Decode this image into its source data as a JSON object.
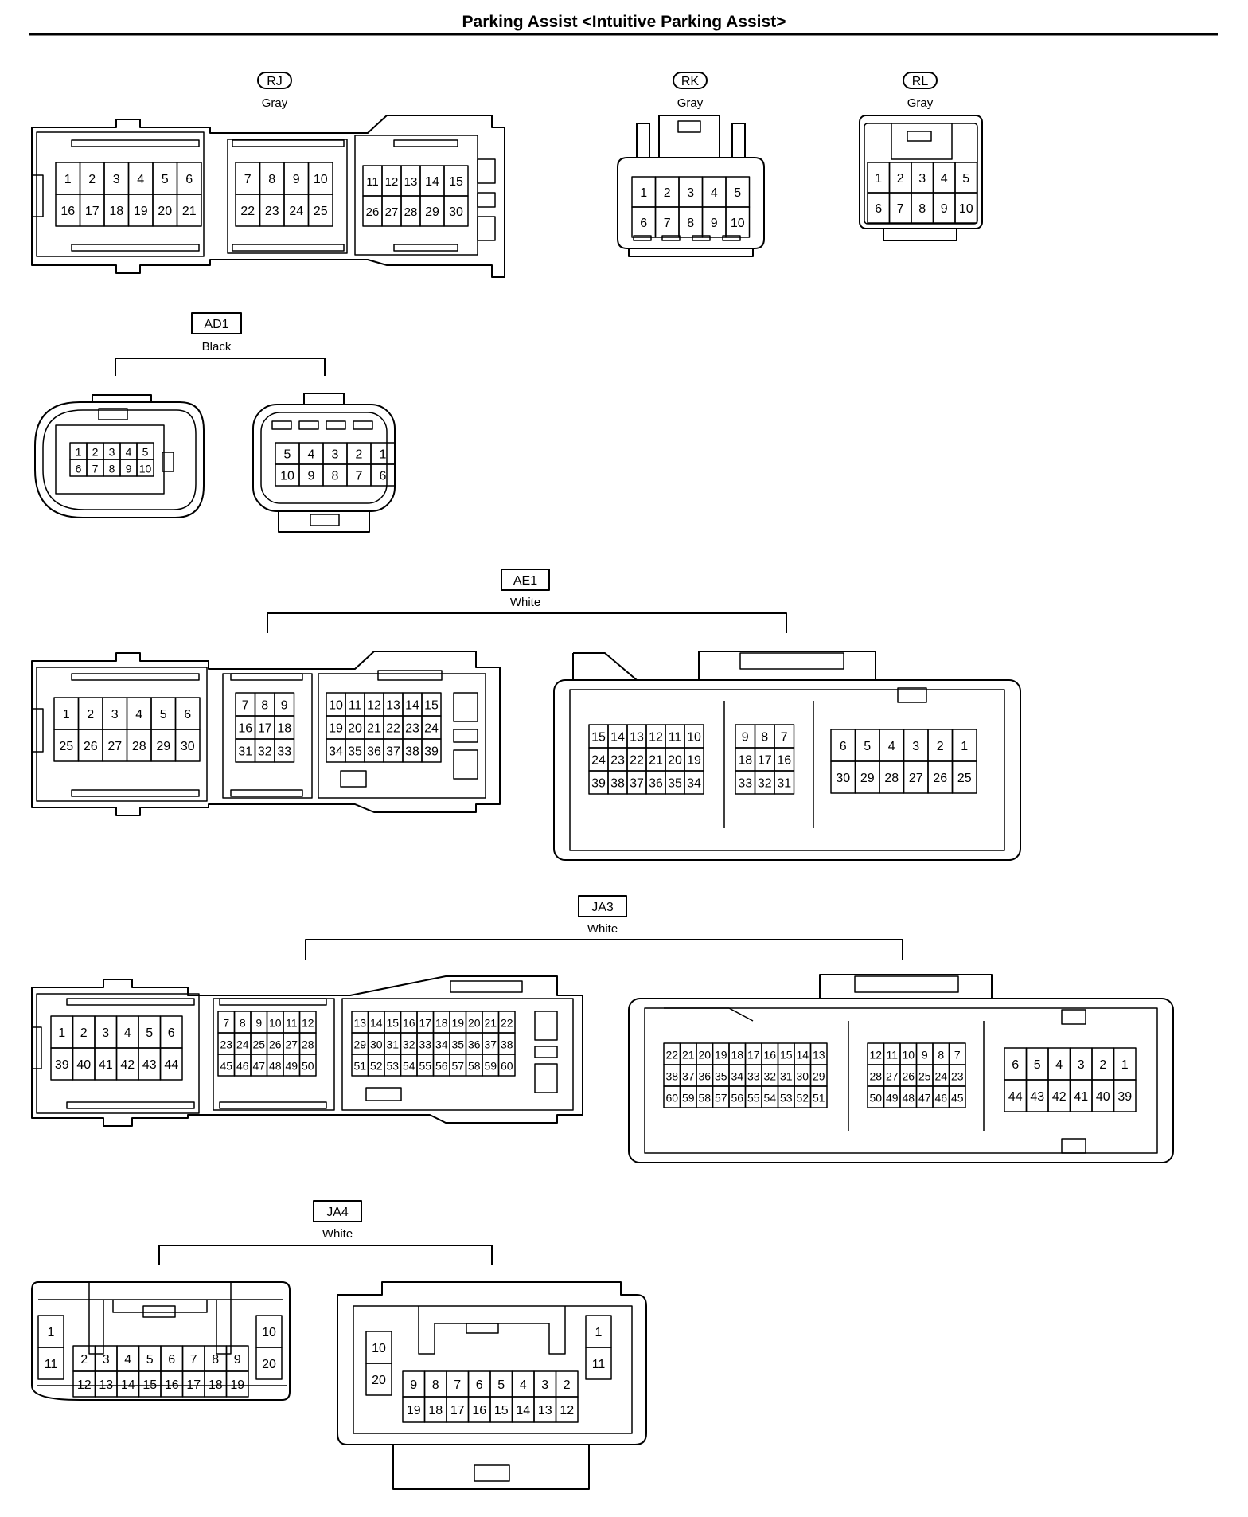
{
  "title": "Parking Assist <Intuitive Parking Assist>",
  "connectors": {
    "RJ": {
      "name": "RJ",
      "color": "Gray"
    },
    "RK": {
      "name": "RK",
      "color": "Gray"
    },
    "RL": {
      "name": "RL",
      "color": "Gray"
    },
    "AD1": {
      "name": "AD1",
      "color": "Black"
    },
    "AE1": {
      "name": "AE1",
      "color": "White"
    },
    "JA3": {
      "name": "JA3",
      "color": "White"
    },
    "JA4": {
      "name": "JA4",
      "color": "White"
    }
  },
  "pin_grids": {
    "rj_a": [
      [
        "1",
        "2",
        "3",
        "4",
        "5",
        "6"
      ],
      [
        "16",
        "17",
        "18",
        "19",
        "20",
        "21"
      ]
    ],
    "rj_b": [
      [
        "7",
        "8",
        "9",
        "10"
      ],
      [
        "22",
        "23",
        "24",
        "25"
      ]
    ],
    "rj_c1": [
      [
        "11",
        "12",
        "13"
      ],
      [
        "26",
        "27",
        "28"
      ]
    ],
    "rj_c2": [
      [
        "14",
        "15"
      ],
      [
        "29",
        "30"
      ]
    ],
    "rk": [
      [
        "1",
        "2",
        "3",
        "4",
        "5"
      ],
      [
        "6",
        "7",
        "8",
        "9",
        "10"
      ]
    ],
    "rl": [
      [
        "1",
        "2",
        "3",
        "4",
        "5"
      ],
      [
        "6",
        "7",
        "8",
        "9",
        "10"
      ]
    ],
    "ad1_l": [
      [
        "1",
        "2",
        "3",
        "4",
        "5"
      ],
      [
        "6",
        "7",
        "8",
        "9",
        "10"
      ]
    ],
    "ad1_r": [
      [
        "5",
        "4",
        "3",
        "2",
        "1"
      ],
      [
        "10",
        "9",
        "8",
        "7",
        "6"
      ]
    ],
    "ae1_la": [
      [
        "1",
        "2",
        "3",
        "4",
        "5",
        "6"
      ],
      [
        "25",
        "26",
        "27",
        "28",
        "29",
        "30"
      ]
    ],
    "ae1_lb": [
      [
        "7",
        "8",
        "9"
      ],
      [
        "16",
        "17",
        "18"
      ],
      [
        "31",
        "32",
        "33"
      ]
    ],
    "ae1_lc": [
      [
        "10",
        "11",
        "12",
        "13",
        "14",
        "15"
      ],
      [
        "19",
        "20",
        "21",
        "22",
        "23",
        "24"
      ],
      [
        "34",
        "35",
        "36",
        "37",
        "38",
        "39"
      ]
    ],
    "ae1_ra": [
      [
        "15",
        "14",
        "13",
        "12",
        "11",
        "10"
      ],
      [
        "24",
        "23",
        "22",
        "21",
        "20",
        "19"
      ],
      [
        "39",
        "38",
        "37",
        "36",
        "35",
        "34"
      ]
    ],
    "ae1_rb": [
      [
        "9",
        "8",
        "7"
      ],
      [
        "18",
        "17",
        "16"
      ],
      [
        "33",
        "32",
        "31"
      ]
    ],
    "ae1_rc": [
      [
        "6",
        "5",
        "4",
        "3",
        "2",
        "1"
      ],
      [
        "30",
        "29",
        "28",
        "27",
        "26",
        "25"
      ]
    ],
    "ja3_la": [
      [
        "1",
        "2",
        "3",
        "4",
        "5",
        "6"
      ],
      [
        "39",
        "40",
        "41",
        "42",
        "43",
        "44"
      ]
    ],
    "ja3_lb": [
      [
        "7",
        "8",
        "9",
        "10",
        "11",
        "12"
      ],
      [
        "23",
        "24",
        "25",
        "26",
        "27",
        "28"
      ],
      [
        "45",
        "46",
        "47",
        "48",
        "49",
        "50"
      ]
    ],
    "ja3_lc": [
      [
        "13",
        "14",
        "15",
        "16",
        "17",
        "18",
        "19",
        "20",
        "21",
        "22"
      ],
      [
        "29",
        "30",
        "31",
        "32",
        "33",
        "34",
        "35",
        "36",
        "37",
        "38"
      ],
      [
        "51",
        "52",
        "53",
        "54",
        "55",
        "56",
        "57",
        "58",
        "59",
        "60"
      ]
    ],
    "ja3_ra": [
      [
        "22",
        "21",
        "20",
        "19",
        "18",
        "17",
        "16",
        "15",
        "14",
        "13"
      ],
      [
        "38",
        "37",
        "36",
        "35",
        "34",
        "33",
        "32",
        "31",
        "30",
        "29"
      ],
      [
        "60",
        "59",
        "58",
        "57",
        "56",
        "55",
        "54",
        "53",
        "52",
        "51"
      ]
    ],
    "ja3_rb": [
      [
        "12",
        "11",
        "10",
        "9",
        "8",
        "7"
      ],
      [
        "28",
        "27",
        "26",
        "25",
        "24",
        "23"
      ],
      [
        "50",
        "49",
        "48",
        "47",
        "46",
        "45"
      ]
    ],
    "ja3_rc": [
      [
        "6",
        "5",
        "4",
        "3",
        "2",
        "1"
      ],
      [
        "44",
        "43",
        "42",
        "41",
        "40",
        "39"
      ]
    ],
    "ja4_l_left": [
      [
        "1"
      ],
      [
        "11"
      ]
    ],
    "ja4_l_mid": [
      [
        "2",
        "3",
        "4",
        "5",
        "6",
        "7",
        "8",
        "9"
      ],
      [
        "12",
        "13",
        "14",
        "15",
        "16",
        "17",
        "18",
        "19"
      ]
    ],
    "ja4_l_right": [
      [
        "10"
      ],
      [
        "20"
      ]
    ],
    "ja4_r_left": [
      [
        "10"
      ],
      [
        "20"
      ]
    ],
    "ja4_r_mid": [
      [
        "9",
        "8",
        "7",
        "6",
        "5",
        "4",
        "3",
        "2"
      ],
      [
        "19",
        "18",
        "17",
        "16",
        "15",
        "14",
        "13",
        "12"
      ]
    ],
    "ja4_r_right": [
      [
        "1"
      ],
      [
        "11"
      ]
    ]
  }
}
